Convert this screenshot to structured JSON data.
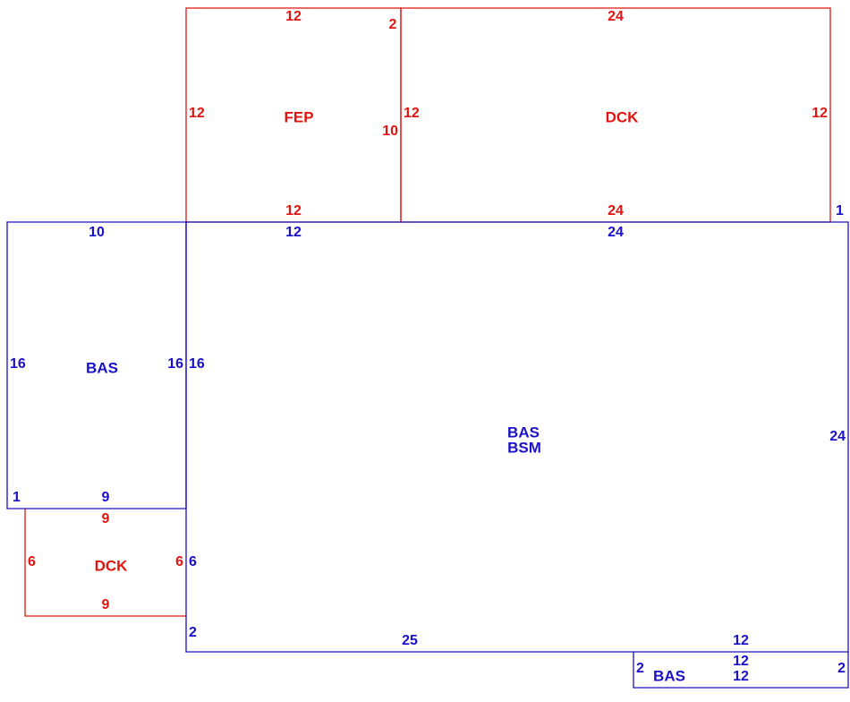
{
  "colors": {
    "red": "#e0150f",
    "blue": "#1a10c8"
  },
  "areas": {
    "fep": "FEP",
    "dck_top": "DCK",
    "bas_left": "BAS",
    "bas_main_1": "BAS",
    "bas_main_2": "BSM",
    "dck_bottom": "DCK",
    "bas_small": "BAS"
  },
  "dims": {
    "fep_top": "12",
    "fep_left": "12",
    "fep_right": "10",
    "fep_notch": "2",
    "fep_bottom": "12",
    "dck_top_top": "24",
    "dck_top_left": "12",
    "dck_top_right": "12",
    "dck_top_bottom": "24",
    "main_top_corner": "1",
    "bas_left_top": "10",
    "bas_left_left": "16",
    "bas_left_right": "16",
    "bas_left_bottom": "9",
    "bas_left_corner": "1",
    "main_top_left": "12",
    "main_top_right": "24",
    "main_left": "16",
    "main_right": "24",
    "main_left_lower": "6",
    "main_left_corner": "2",
    "main_bottom": "25",
    "main_bottom_right": "12",
    "dck_bottom_top": "9",
    "dck_bottom_left": "6",
    "dck_bottom_right": "6",
    "dck_bottom_bottom": "9",
    "small_top": "12",
    "small_bottom": "12",
    "small_left": "2",
    "small_right": "2"
  }
}
